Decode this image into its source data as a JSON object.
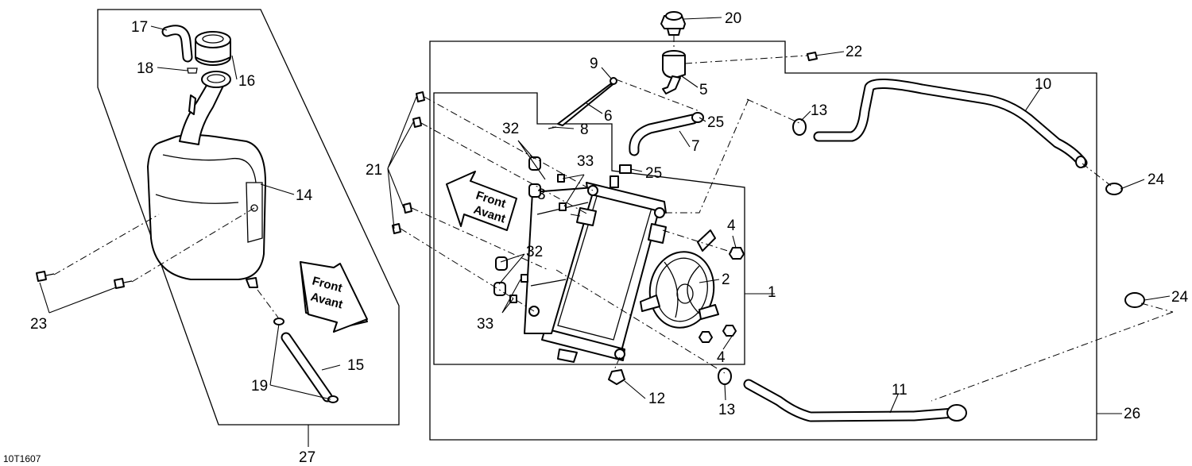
{
  "drawing_code": "10T1607",
  "arrows": {
    "front_line1": "Front",
    "front_line2": "Avant"
  },
  "callouts": {
    "c1": "1",
    "c2": "2",
    "c3": "3",
    "c4a": "4",
    "c4b": "4",
    "c5": "5",
    "c6": "6",
    "c7": "7",
    "c8": "8",
    "c9": "9",
    "c10": "10",
    "c11": "11",
    "c12": "12",
    "c13a": "13",
    "c13b": "13",
    "c14": "14",
    "c15": "15",
    "c16": "16",
    "c17": "17",
    "c18": "18",
    "c19": "19",
    "c20": "20",
    "c21": "21",
    "c22": "22",
    "c23": "23",
    "c24a": "24",
    "c24b": "24",
    "c25a": "25",
    "c25b": "25",
    "c26": "26",
    "c27": "27",
    "c32a": "32",
    "c32b": "32",
    "c33a": "33",
    "c33b": "33"
  }
}
